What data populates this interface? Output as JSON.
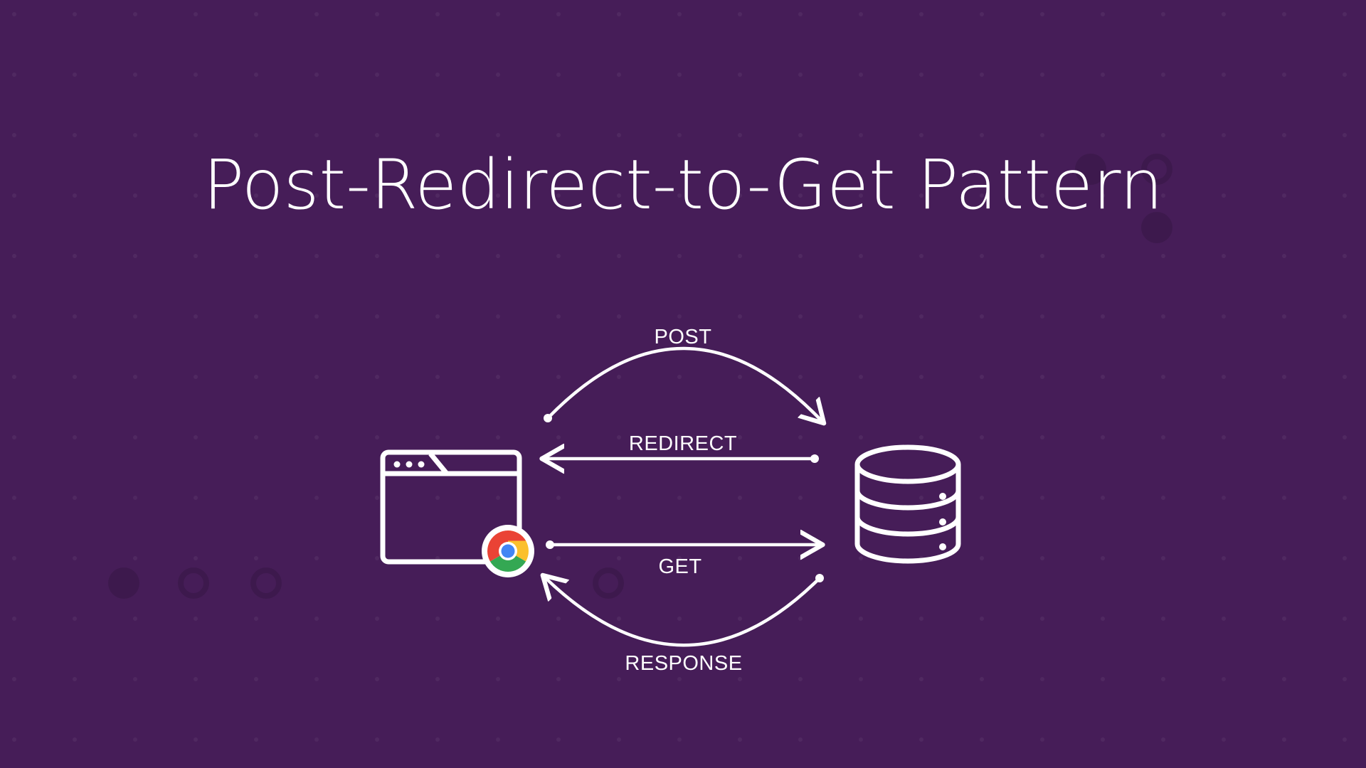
{
  "slide": {
    "title": "Post-Redirect-to-Get Pattern",
    "background_color": "#461d58"
  },
  "diagram": {
    "client_icon": "browser-window-icon",
    "client_badge_icon": "chrome-icon",
    "server_icon": "database-icon",
    "arrows": {
      "post": "POST",
      "redirect": "REDIRECT",
      "get": "GET",
      "response": "RESPONSE"
    }
  }
}
